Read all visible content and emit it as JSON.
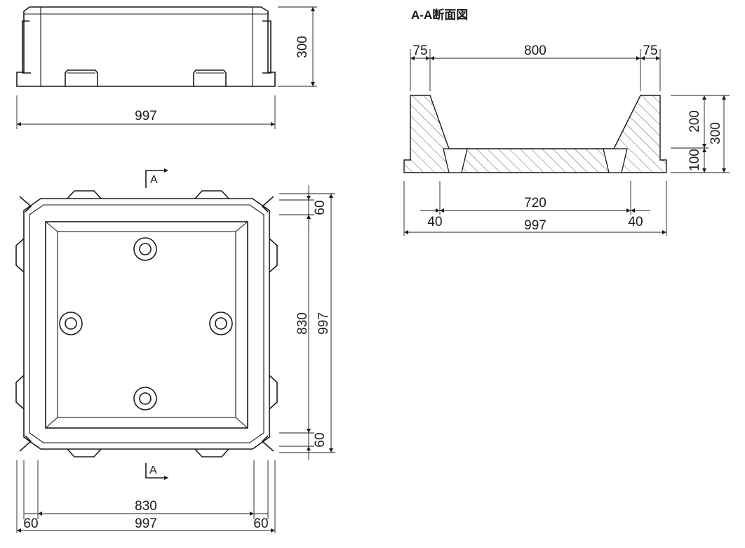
{
  "title": "A-A断面図",
  "section_marker": "A",
  "dims": {
    "front_height": "300",
    "front_width": "997",
    "sec_left_top": "75",
    "sec_inner_top": "800",
    "sec_right_top": "75",
    "sec_depth_upper": "200",
    "sec_depth_lower": "100",
    "sec_total_height": "300",
    "sec_bottom_inner": "720",
    "sec_bottom_left": "40",
    "sec_bottom_right": "40",
    "sec_bottom_total": "997",
    "plan_top_edge": "60",
    "plan_inner_v": "830",
    "plan_total_v": "997",
    "plan_bottom_edge": "60",
    "plan_inner_h": "830",
    "plan_left_edge": "60",
    "plan_total_h": "997",
    "plan_right_edge": "60"
  }
}
